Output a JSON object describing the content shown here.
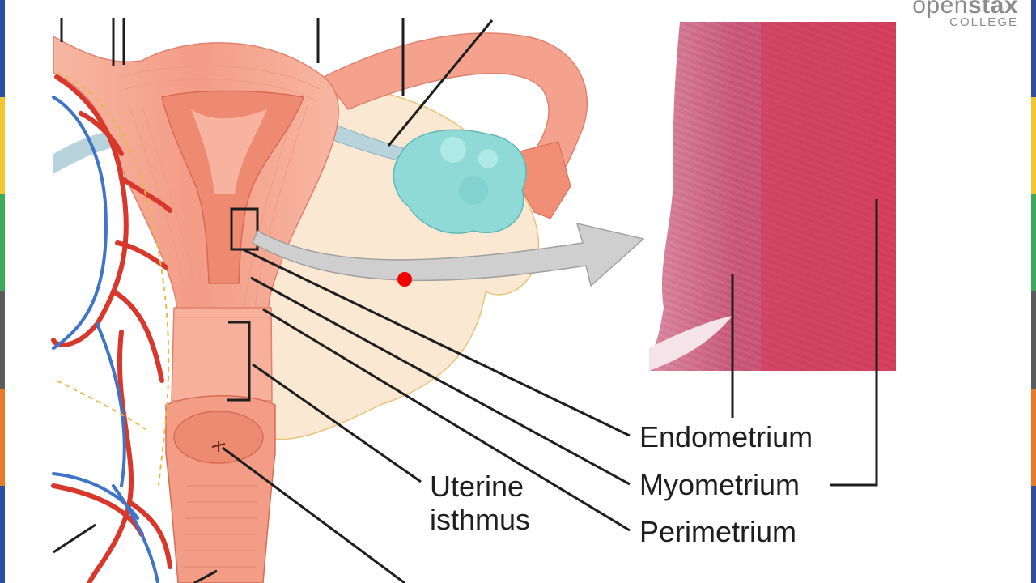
{
  "labels": {
    "endometrium": "Endometrium",
    "myometrium": "Myometrium",
    "perimetrium": "Perimetrium",
    "uterine_isthmus_line1": "Uterine",
    "uterine_isthmus_line2": "isthmus"
  },
  "logo": {
    "brand_light": "open",
    "brand_bold": "stax",
    "sub": "COLLEGE"
  },
  "colors": {
    "tissue": "#f4a28e",
    "tissue_dark": "#e67c69",
    "artery": "#d8382b",
    "vein": "#3f74c6",
    "ovary": "#8fd9d6",
    "ligament": "#fbe8d2",
    "histology": "#c74a68",
    "arrow": "#cfcfcf",
    "pointer_dot": "#ee0000"
  },
  "stripe_colors": [
    "#2c4ea3",
    "#f2c531",
    "#3ca95b",
    "#5b5b5b",
    "#e87a28",
    "#2c4ea3"
  ]
}
